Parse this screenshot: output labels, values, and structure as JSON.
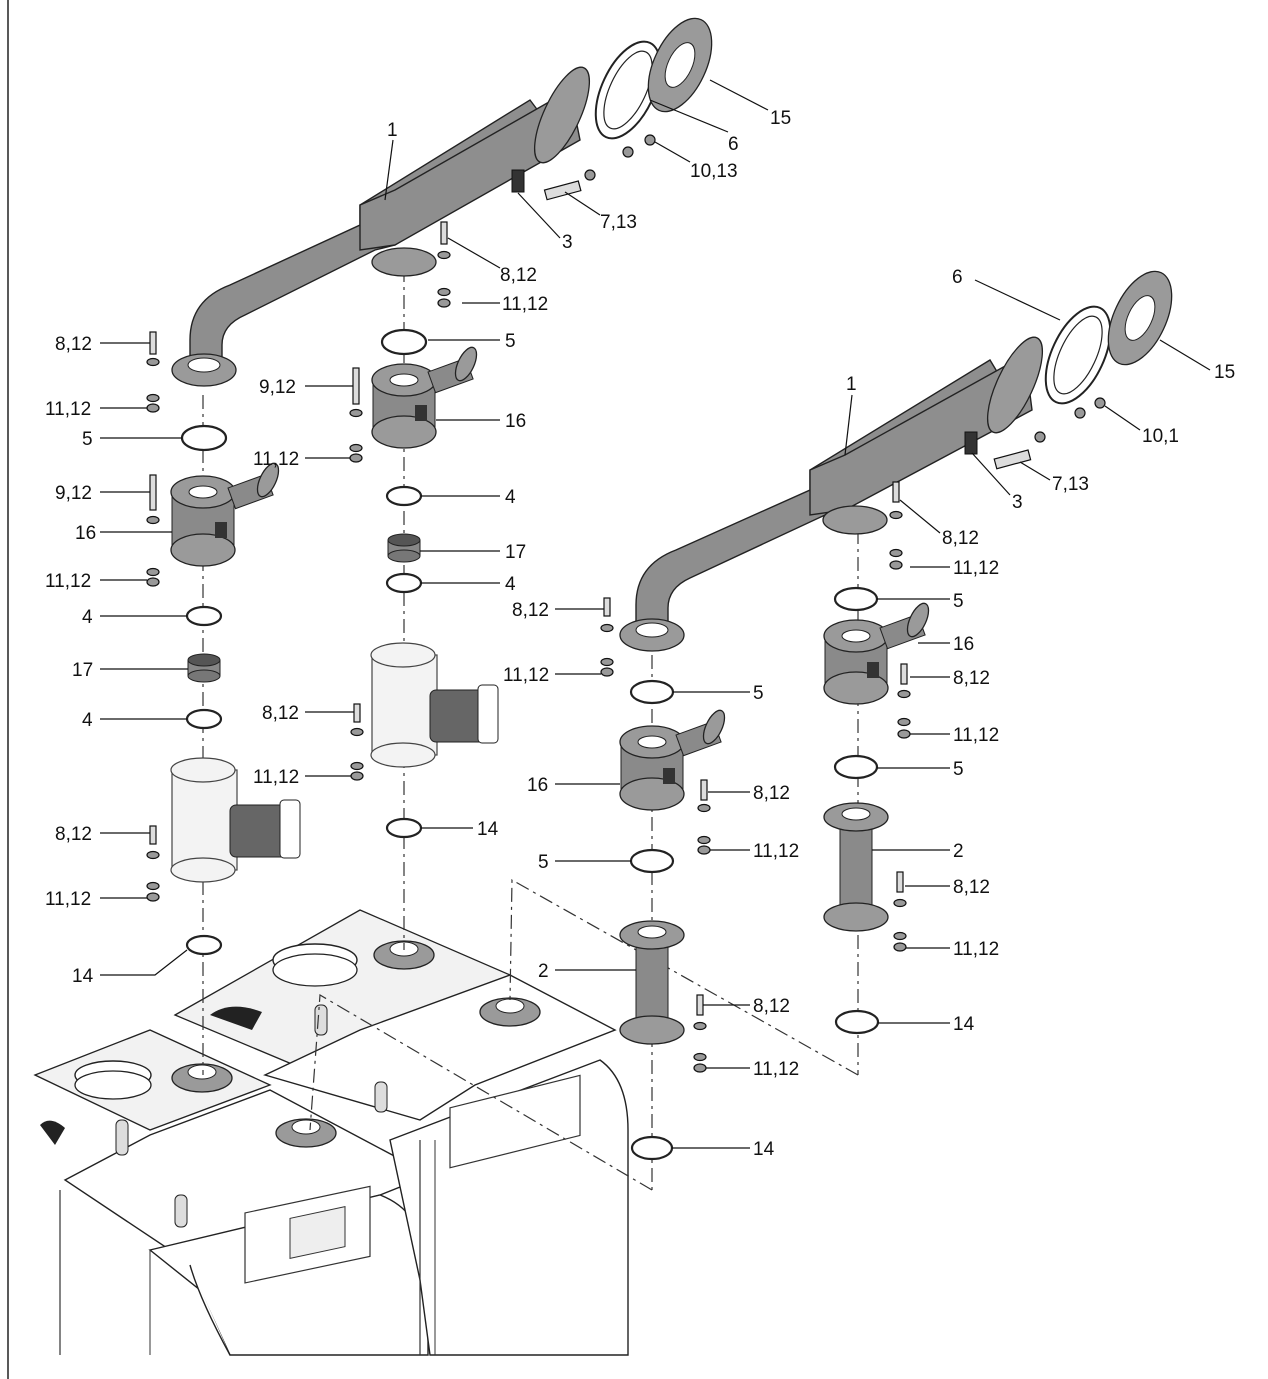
{
  "labels": [
    {
      "id": "l1a",
      "text": "1"
    },
    {
      "id": "l15a",
      "text": "15"
    },
    {
      "id": "l6a",
      "text": "6"
    },
    {
      "id": "l1013a",
      "text": "10,13"
    },
    {
      "id": "l713a",
      "text": "7,13"
    },
    {
      "id": "l3a",
      "text": "3"
    },
    {
      "id": "l812a",
      "text": "8,12"
    },
    {
      "id": "l1112a",
      "text": "11,12"
    },
    {
      "id": "l5a",
      "text": "5"
    },
    {
      "id": "l912a",
      "text": "9,12"
    },
    {
      "id": "l1112b",
      "text": "11,12"
    },
    {
      "id": "l16a",
      "text": "16"
    },
    {
      "id": "l4a",
      "text": "4"
    },
    {
      "id": "l17a",
      "text": "17"
    },
    {
      "id": "l4b",
      "text": "4"
    },
    {
      "id": "l812b",
      "text": "8,12"
    },
    {
      "id": "l1112c",
      "text": "11,12"
    },
    {
      "id": "l14a",
      "text": "14"
    },
    {
      "id": "l812c",
      "text": "8,12"
    },
    {
      "id": "l1112d",
      "text": "11,12"
    },
    {
      "id": "l5b",
      "text": "5"
    },
    {
      "id": "l912b",
      "text": "9,12"
    },
    {
      "id": "l16b",
      "text": "16"
    },
    {
      "id": "l1112e",
      "text": "11,12"
    },
    {
      "id": "l4c",
      "text": "4"
    },
    {
      "id": "l17b",
      "text": "17"
    },
    {
      "id": "l4d",
      "text": "4"
    },
    {
      "id": "l812d",
      "text": "8,12"
    },
    {
      "id": "l1112f",
      "text": "11,12"
    },
    {
      "id": "l14b",
      "text": "14"
    },
    {
      "id": "l6b",
      "text": "6"
    },
    {
      "id": "l15b",
      "text": "15"
    },
    {
      "id": "l1b",
      "text": "1"
    },
    {
      "id": "l101",
      "text": "10,1"
    },
    {
      "id": "l3b",
      "text": "3"
    },
    {
      "id": "l713b",
      "text": "7,13"
    },
    {
      "id": "l812e",
      "text": "8,12"
    },
    {
      "id": "l1112g",
      "text": "11,12"
    },
    {
      "id": "l5c",
      "text": "5"
    },
    {
      "id": "l16c",
      "text": "16"
    },
    {
      "id": "l812f",
      "text": "8,12"
    },
    {
      "id": "l1112h",
      "text": "11,12"
    },
    {
      "id": "l5d",
      "text": "5"
    },
    {
      "id": "l2a",
      "text": "2"
    },
    {
      "id": "l812g",
      "text": "8,12"
    },
    {
      "id": "l1112i",
      "text": "11,12"
    },
    {
      "id": "l14c",
      "text": "14"
    },
    {
      "id": "l812h",
      "text": "8,12"
    },
    {
      "id": "l1112j",
      "text": "11,12"
    },
    {
      "id": "l5e",
      "text": "5"
    },
    {
      "id": "l16d",
      "text": "16"
    },
    {
      "id": "l812i",
      "text": "8,12"
    },
    {
      "id": "l1112k",
      "text": "11,12"
    },
    {
      "id": "l5f",
      "text": "5"
    },
    {
      "id": "l2b",
      "text": "2"
    },
    {
      "id": "l812j",
      "text": "8,12"
    },
    {
      "id": "l1112l",
      "text": "11,12"
    },
    {
      "id": "l14d",
      "text": "14"
    }
  ]
}
